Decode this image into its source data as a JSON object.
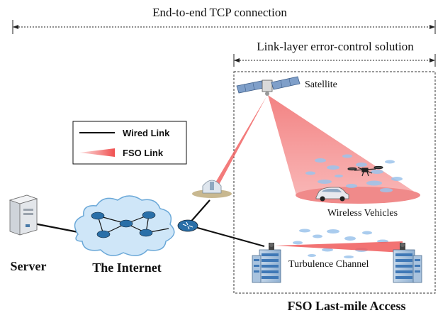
{
  "header": {
    "tcp_label": "End-to-end TCP connection",
    "linklayer_label": "Link-layer error-control solution"
  },
  "legend": {
    "wired_label": "Wired Link",
    "fso_label": "FSO Link"
  },
  "nodes": {
    "server_label": "Server",
    "internet_label": "The Internet",
    "satellite_label": "Satellite",
    "vehicles_label": "Wireless Vehicles",
    "turbulence_label": "Turbulence Channel",
    "access_label": "FSO Last-mile Access"
  },
  "colors": {
    "fso_red": "#f05a5a",
    "fso_fill": "#f7a6a6",
    "cloud": "#cfe6f8",
    "cloud_edge": "#6aa8d8",
    "router": "#2a6fa8",
    "cloud_blob": "#9cc4ec",
    "ground": "#f0b0b0"
  },
  "icons": {
    "server": "server-tower-icon",
    "router": "router-icon",
    "satellite": "satellite-icon",
    "ground_station": "ground-station-dome-icon",
    "drone": "drone-icon",
    "car": "car-icon",
    "building": "office-building-icon"
  }
}
